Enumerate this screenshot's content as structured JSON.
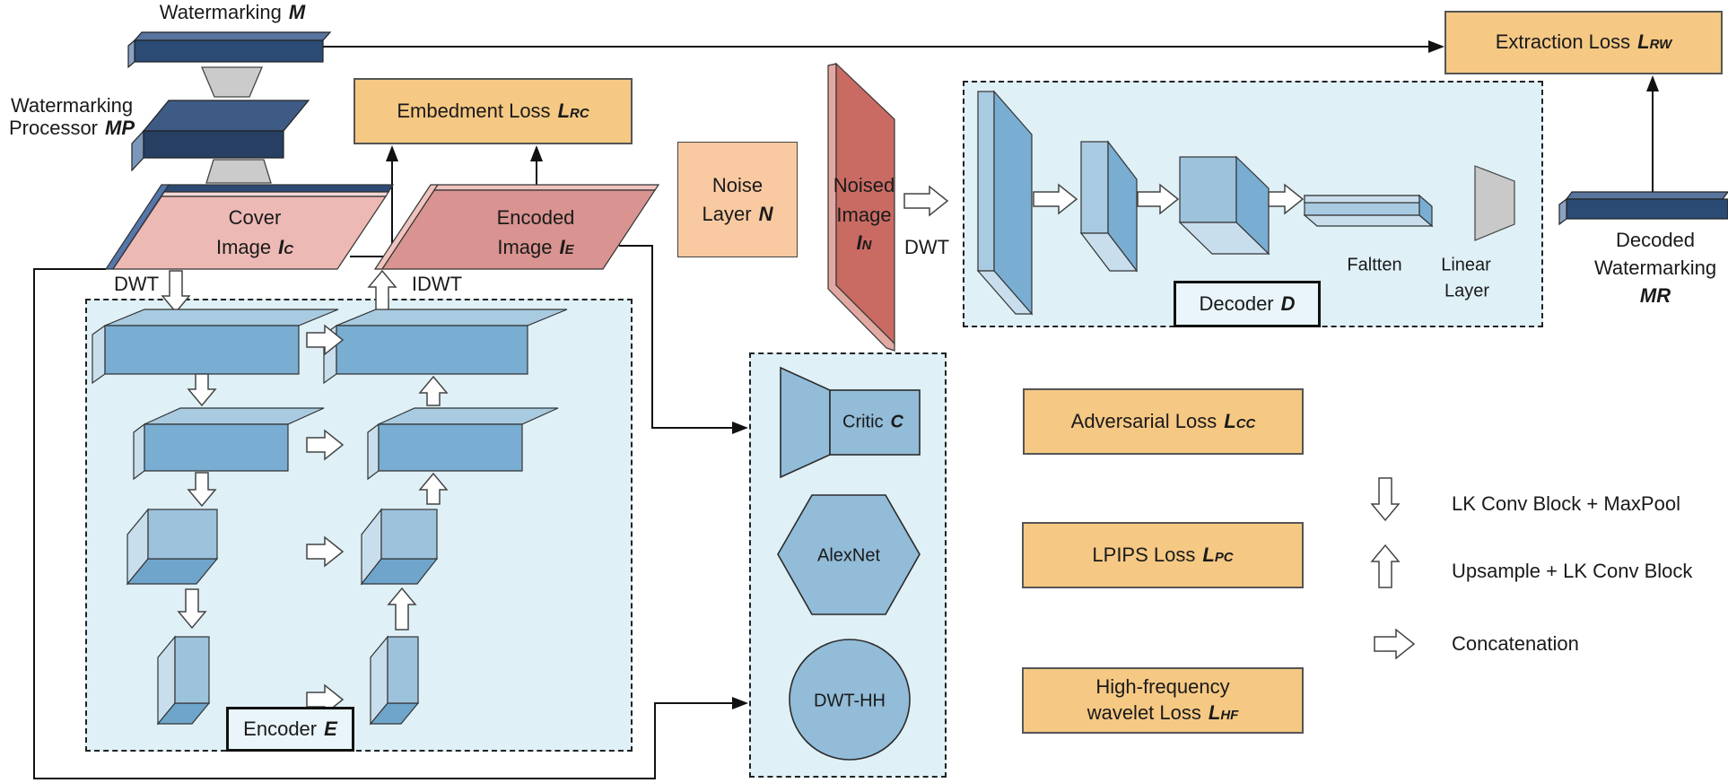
{
  "watermark": {
    "label": "Watermarking",
    "sym": "M"
  },
  "processor": {
    "line1": "Watermarking",
    "line2": "Processor",
    "sym": "MP"
  },
  "cover_image": {
    "line1": "Cover",
    "line2": "Image",
    "sym": "I",
    "sub": "C"
  },
  "encoded_image": {
    "line1": "Encoded",
    "line2": "Image",
    "sym": "I",
    "sub": "E"
  },
  "noise_layer": {
    "line1": "Noise",
    "line2": "Layer",
    "sym": "N"
  },
  "noised_image": {
    "line1": "Noised",
    "line2": "Image",
    "sym": "I",
    "sub": "N"
  },
  "transforms": {
    "dwt_cover": "DWT",
    "idwt": "IDWT",
    "dwt_noised": "DWT"
  },
  "losses": {
    "embedment": {
      "label": "Embedment Loss",
      "sym": "L",
      "sub": "RC"
    },
    "extraction": {
      "label": "Extraction Loss",
      "sym": "L",
      "sub": "RW"
    },
    "adversarial": {
      "label": "Adversarial Loss",
      "sym": "L",
      "sub": "CC"
    },
    "lpips": {
      "label": "LPIPS Loss",
      "sym": "L",
      "sub": "PC"
    },
    "high_frequency": {
      "line1": "High-frequency",
      "line2": "wavelet Loss",
      "sym": "L",
      "sub": "HF"
    }
  },
  "encoder": {
    "label": "Encoder",
    "sym": "E"
  },
  "decoder": {
    "label": "Decoder",
    "sym": "D",
    "flatten": "Faltten",
    "linear_line1": "Linear",
    "linear_line2": "Layer"
  },
  "critic": {
    "label": "Critic",
    "sym": "C"
  },
  "alexnet": {
    "label": "AlexNet"
  },
  "dwt_hh": {
    "label": "DWT-HH"
  },
  "decoded": {
    "line1": "Decoded",
    "line2": "Watermarking",
    "sym": "MR"
  },
  "legend": {
    "down": "LK Conv Block + MaxPool",
    "up": "Upsample + LK Conv Block",
    "concat": "Concatenation"
  },
  "colors": {
    "loss_box": "#F5C884",
    "noise_box": "#F9C9A1",
    "panel_blue": "#DFF0F7",
    "navy": "#2B4A74",
    "cover_pink": "#EDB9B5",
    "encoded_pink": "#D99390",
    "noised_red": "#C96B63",
    "block_blue": "#92BCD8"
  }
}
